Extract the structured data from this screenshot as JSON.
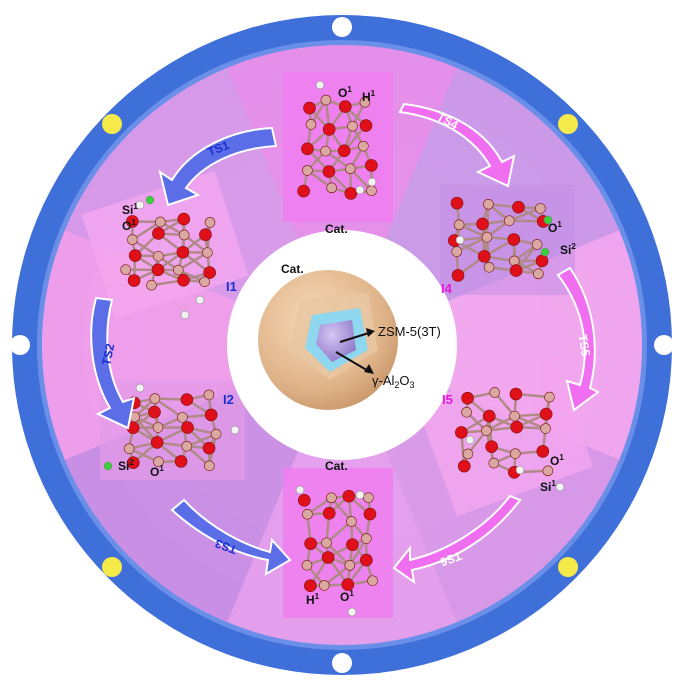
{
  "center": {
    "catalyst_label": "Cat.",
    "core_label": "ZSM-5(3T)",
    "shell_label_prefix": "γ-Al",
    "shell_sub1": "2",
    "shell_mid": "O",
    "shell_sub2": "3"
  },
  "structures": {
    "top": {
      "cat_label": "Cat.",
      "atom_a": "O",
      "atom_a_sup": "1",
      "atom_b": "H",
      "atom_b_sup": "1"
    },
    "bottom": {
      "cat_label": "Cat.",
      "atom_a": "H",
      "atom_a_sup": "1",
      "atom_b": "O",
      "atom_b_sup": "1"
    },
    "I1": {
      "label": "I1",
      "atom_a": "Si",
      "atom_a_sup": "1",
      "atom_b": "O",
      "atom_b_sup": "1"
    },
    "I2": {
      "label": "I2",
      "atom_a": "Si",
      "atom_a_sup": "2",
      "atom_b": "O",
      "atom_b_sup": "1"
    },
    "I4": {
      "label": "I4",
      "atom_a": "O",
      "atom_a_sup": "1",
      "atom_b": "Si",
      "atom_b_sup": "2"
    },
    "I5": {
      "label": "I5",
      "atom_a": "O",
      "atom_a_sup": "1",
      "atom_b": "Si",
      "atom_b_sup": "1"
    }
  },
  "transitions": {
    "ts1": "TS1",
    "ts2": "TS2",
    "ts3": "TS3",
    "ts4": "TS4",
    "ts5": "TS5",
    "ts6": "TS6"
  },
  "colors": {
    "outer_ring": "#3f6fd9",
    "blue_arrow": "#5b6ee8",
    "pink_arrow": "#f06ef0",
    "yellow_dot": "#f5ea4a",
    "oxygen": "#e0101a",
    "silicon_aluminum": "#d9a8a0",
    "hydrogen": "#f2f2f2",
    "chlorine": "#3ccf3c"
  }
}
